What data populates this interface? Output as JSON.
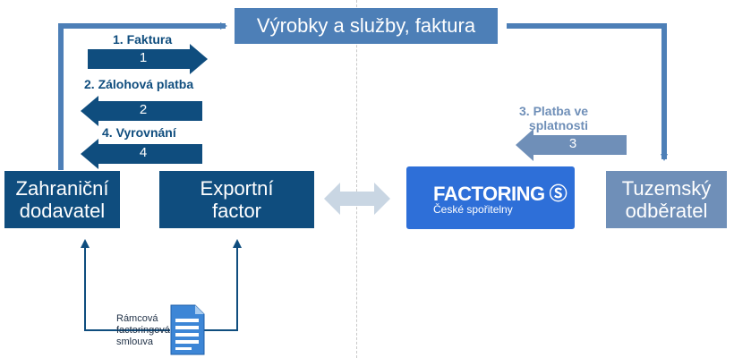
{
  "diagram": {
    "top_box": "Výrobky a služby, faktura",
    "supplier": [
      "Zahraniční",
      "dodavatel"
    ],
    "export_factor": [
      "Exportní",
      "factor"
    ],
    "customer": [
      "Tuzemský",
      "odběratel"
    ],
    "factoring_brand": {
      "title": "FACTORING",
      "subtitle": "České spořitelny",
      "logo_icon": "ceska-sporitelna-s-logo"
    },
    "steps": [
      {
        "label": "1. Faktura",
        "number": "1"
      },
      {
        "label": "2. Zálohová platba",
        "number": "2"
      },
      {
        "label": "4. Vyrovnání",
        "number": "4"
      },
      {
        "label_lines": [
          "3. Platba ve",
          "splatnosti"
        ],
        "number": "3"
      }
    ],
    "document": {
      "icon": "document-icon",
      "caption_lines": [
        "Rámcová",
        "factoringová",
        "smlouva"
      ]
    },
    "colors": {
      "dark_blue": "#0f4d7e",
      "mid_blue": "#4d7fb7",
      "light_blue": "#6f8fb8",
      "factoring_blue": "#2e6fd8",
      "double_arrow": "#c9d6e3"
    }
  }
}
